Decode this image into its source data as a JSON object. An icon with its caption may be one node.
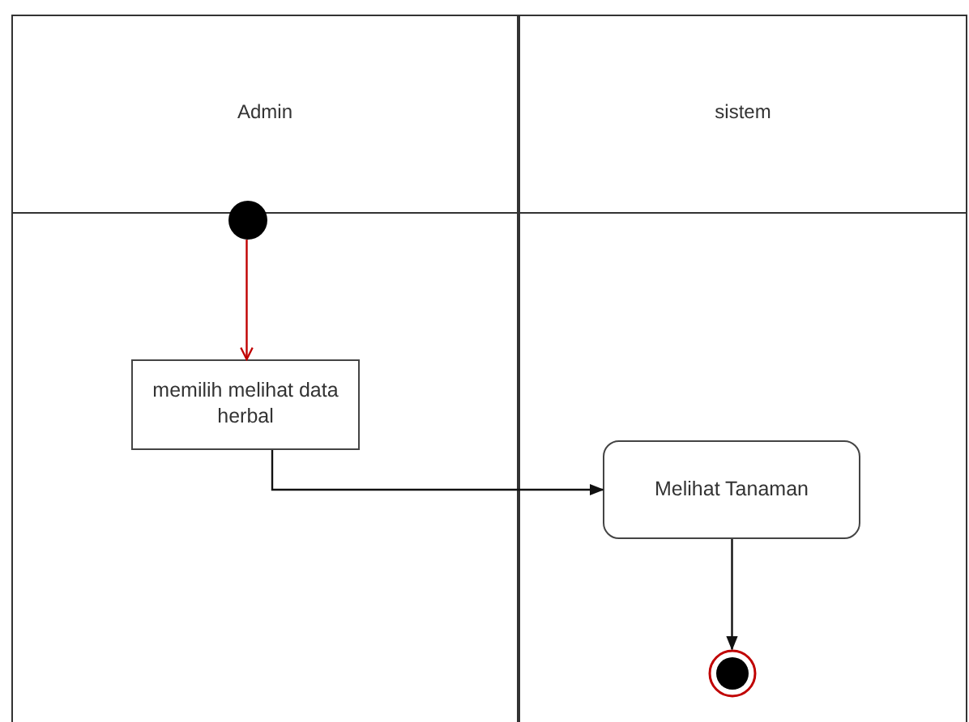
{
  "diagram": {
    "nodes": [
      {
        "text": [
          "Admin"
        ]
      },
      {
        "text": [
          "sistem"
        ]
      },
      {
        "text": [],
        "shape": "circle",
        "in": 0
      },
      {
        "text": [
          "memilih melihat data   herbal"
        ],
        "in": 0
      },
      {
        "text": [
          "Melihat Tanaman"
        ],
        "in": 1
      },
      {
        "text": [],
        "shape": "circle",
        "in": 1
      }
    ],
    "edges": [
      {
        "from": 2,
        "to": 3,
        "arrow": "to",
        "color": "#c00000"
      },
      {
        "from": 3,
        "to": 4,
        "arrow": "to"
      },
      {
        "from": 4,
        "to": 5,
        "arrow": "to"
      }
    ]
  }
}
